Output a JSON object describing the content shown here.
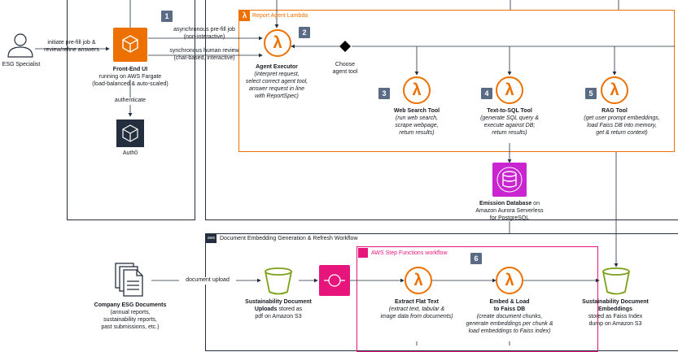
{
  "colors": {
    "lambda": "#ed7100",
    "step": "#e7157b",
    "rds": "#c925d1",
    "s3": "#7aa116",
    "line": "#232f3e"
  },
  "actor": {
    "label": "ESG Specialist"
  },
  "edge_prefill": {
    "line1": "initiate pre-fill job &",
    "line2": "review/refine answers"
  },
  "frontend": {
    "title": "Front-End UI",
    "line1": "running on AWS Fargate",
    "line2": "(load-balanced & auto-scaled)"
  },
  "edge_auth": {
    "label": "authenticate"
  },
  "auth0": {
    "label": "Auth0"
  },
  "badges": {
    "b1": "1",
    "b2": "2",
    "b3": "3",
    "b4": "4",
    "b5": "5",
    "b6": "6"
  },
  "edge_async": {
    "line1": "asynchronous pre-fill job",
    "line2": "(non-interactive)"
  },
  "edge_sync": {
    "line1": "synchronous human review",
    "line2": "(chat-based, interactive)"
  },
  "report_group": {
    "label": "Report Agent Lambda"
  },
  "agent_executor": {
    "title": "Agent Executor",
    "d1": "(interpret request,",
    "d2": "select correct agent tool,",
    "d3": "answer request in line",
    "d4": "with ReportSpec)"
  },
  "choose": {
    "line1": "Choose",
    "line2": "agent tool"
  },
  "web_tool": {
    "title": "Web Search Tool",
    "d1": "(run web search,",
    "d2": "scrape webpage,",
    "d3": "return results)"
  },
  "sql_tool": {
    "title": "Text-to-SQL Tool",
    "d1": "(generate SQL query &",
    "d2": "execute against DB;",
    "d3": "return results)"
  },
  "rag_tool": {
    "title": "RAG Tool",
    "d1": "(get user prompt embeddings,",
    "d2": "load Faiss DB into memory,",
    "d3": "get & return context)"
  },
  "emission_db": {
    "title": "Emission Database",
    "suffix": " on",
    "line2": "Amazon Aurora Serverless",
    "line3": "for PostgreSQL"
  },
  "workflow_group": {
    "label": "Document Embedding Generation & Refresh Workflow",
    "badge": "aws"
  },
  "step_group": {
    "label": "AWS Step Functions workflow"
  },
  "company_docs": {
    "title": "Company ESG Documents",
    "d1": "(annual reports,",
    "d2": "sustainability reports,",
    "d3": "past submissions, etc.)"
  },
  "edge_upload": {
    "label": "document upload"
  },
  "uploads": {
    "title": "Sustainability Document",
    "title2": "Uploads",
    "suffix": " stored as",
    "line3": "pdf on Amazon S3"
  },
  "extract": {
    "title": "Extract Flat Text",
    "d1": "(extract text, tabular &",
    "d2": "image data from documents)"
  },
  "embed": {
    "title": "Embed & Load",
    "title2": "to Faiss DB",
    "d1": "(create document chunks,",
    "d2": "generate embeddings per chunk &",
    "d3": "load embeddings to Faiss index)"
  },
  "embeddings": {
    "title": "Sustainability Document",
    "title2": "Embeddings",
    "line3": "stored as Faiss Index",
    "line4": "dump on Amazon S3"
  }
}
